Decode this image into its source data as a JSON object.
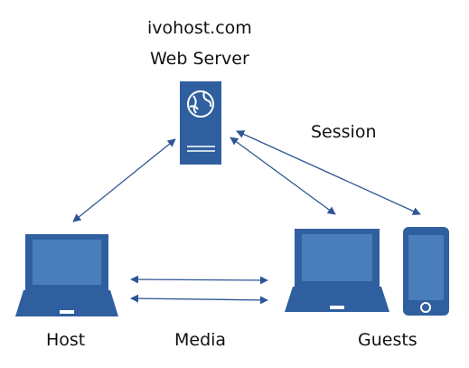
{
  "server": {
    "domain": "ivohost.com",
    "title": "Web Server"
  },
  "labels": {
    "session": "Session",
    "host": "Host",
    "media": "Media",
    "guests": "Guests"
  },
  "icons": {
    "server": "server-globe-icon",
    "host_laptop": "laptop-icon",
    "guest_laptop": "laptop-icon",
    "guest_phone": "smartphone-icon"
  },
  "colors": {
    "device_fill": "#2f5f9f",
    "screen_fill": "#4a7ebb",
    "stroke": "#2f5597"
  }
}
